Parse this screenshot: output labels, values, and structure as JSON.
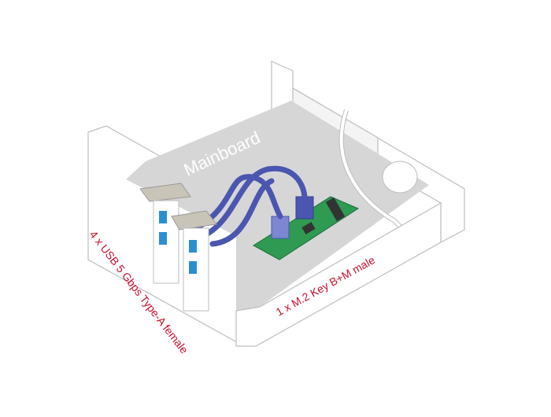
{
  "labels": {
    "mainboard": "Mainboard",
    "usb_ports": "4 x USB 5 Gbps Type-A female",
    "m2_connector": "1 x M.2 Key B+M male"
  },
  "colors": {
    "label_red": "#c8102e",
    "mainboard_gray": "#d6d6d6",
    "cable_blue": "#4a56b0",
    "pcb_green": "#2e9a52",
    "usb_port_blue": "#2a8fd0",
    "outline_gray": "#bdbdbd"
  }
}
